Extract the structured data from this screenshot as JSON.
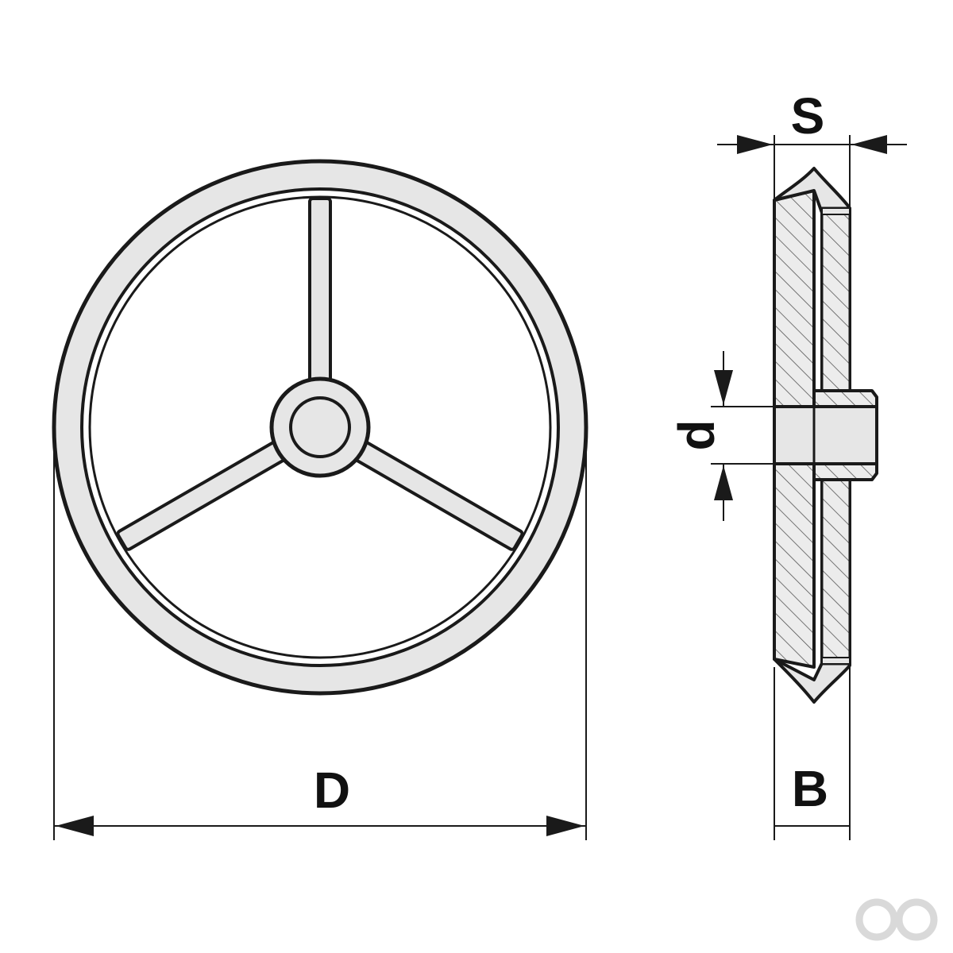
{
  "labels": {
    "outer_diameter": "D",
    "hub_width": "B",
    "rim_width": "S",
    "bore": "d"
  },
  "colors": {
    "outline": "#1a1a1a",
    "fill": "#e6e6e6",
    "background": "#ffffff",
    "logo": "#d9d9d9"
  }
}
